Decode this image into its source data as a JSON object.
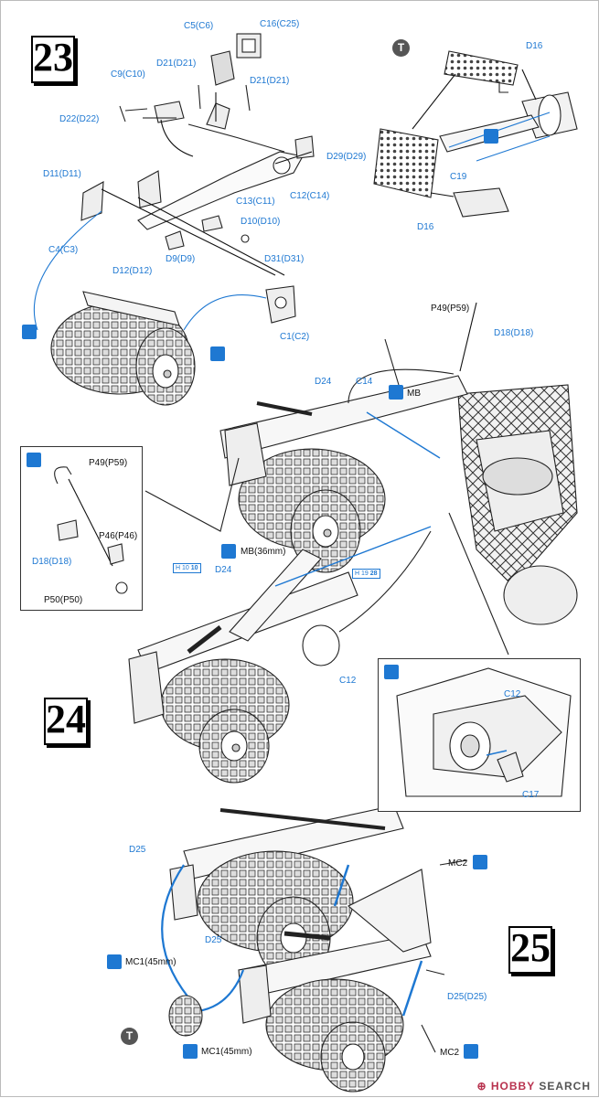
{
  "steps": {
    "s23": "23",
    "s24": "24",
    "s25": "25"
  },
  "badges": {
    "t_top": "T",
    "t_bottom": "T"
  },
  "labels23": {
    "c5": "C5(C6)",
    "c16": "C16(C25)",
    "d21a": "D21(D21)",
    "d21b": "D21(D21)",
    "c9": "C9(C10)",
    "d22": "D22(D22)",
    "d29": "D29(D29)",
    "c12": "C12(C14)",
    "c13": "C13(C11)",
    "d11": "D11(D11)",
    "d10": "D10(D10)",
    "c4": "C4(C3)",
    "d9": "D9(D9)",
    "d31": "D31(D31)",
    "d12": "D12(D12)",
    "c1": "C1(C2)"
  },
  "labelsT": {
    "d16a": "D16",
    "c19": "C19",
    "d16b": "D16"
  },
  "labels24": {
    "p49": "P49(P59)",
    "d18": "D18(D18)",
    "d24a": "D24",
    "c14": "C14",
    "mb": "MB",
    "inset_p49": "P49(P59)",
    "inset_d18": "D18(D18)",
    "inset_p46": "P46(P46)",
    "inset_p50": "P50(P50)",
    "mb36": "MB(36mm)",
    "d24b": "D24",
    "c12": "C12",
    "code_h10": "H 10",
    "code_h10n": "10",
    "code_h19": "H 19",
    "code_h19n": "28",
    "inset2_c12": "C12",
    "inset2_c17": "C17"
  },
  "labels25": {
    "d25a": "D25",
    "mc2a": "MC2",
    "mc1a": "MC1(45mm)",
    "d25b": "D25",
    "d25c": "D25(D25)",
    "mc1b": "MC1(45mm)",
    "mc2b": "MC2"
  },
  "watermark": {
    "brand": "HOBBY",
    "suffix": "SEARCH",
    "mark": "⊕"
  },
  "colors": {
    "accent": "#1e78d2",
    "ink": "#222222",
    "watermark": "#b8324e"
  }
}
